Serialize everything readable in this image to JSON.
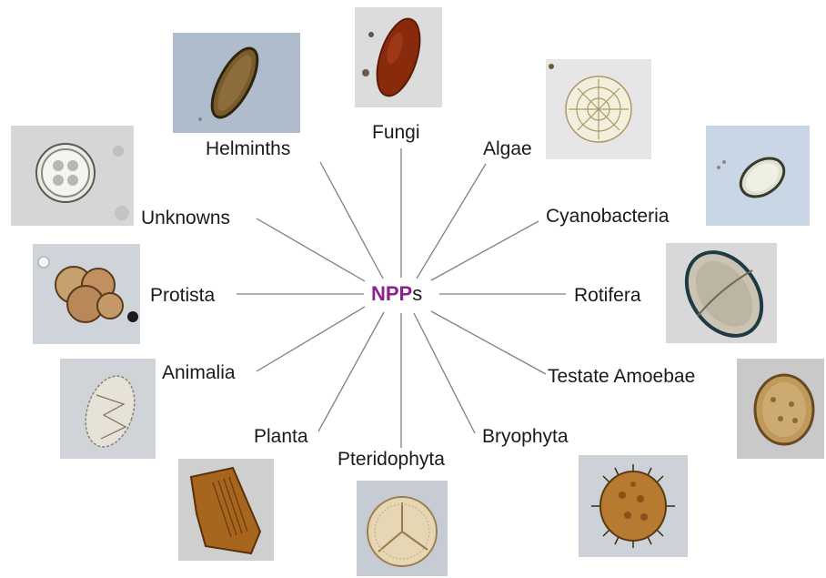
{
  "center": {
    "highlight": "NPP",
    "suffix": "s",
    "highlight_color": "#8e1f8e"
  },
  "categories": [
    {
      "key": "fungi",
      "label": "Fungi"
    },
    {
      "key": "algae",
      "label": "Algae"
    },
    {
      "key": "cyanobacteria",
      "label": "Cyanobacteria"
    },
    {
      "key": "rotifera",
      "label": "Rotifera"
    },
    {
      "key": "testate-amoebae",
      "label": "Testate Amoebae"
    },
    {
      "key": "bryophyta",
      "label": "Bryophyta"
    },
    {
      "key": "pteridophyta",
      "label": "Pteridophyta"
    },
    {
      "key": "planta",
      "label": "Planta"
    },
    {
      "key": "animalia",
      "label": "Animalia"
    },
    {
      "key": "protista",
      "label": "Protista"
    },
    {
      "key": "unknowns",
      "label": "Unknowns"
    },
    {
      "key": "helminths",
      "label": "Helminths"
    }
  ],
  "colors": {
    "line": "#7f7f7f",
    "text": "#1a1a1a"
  }
}
